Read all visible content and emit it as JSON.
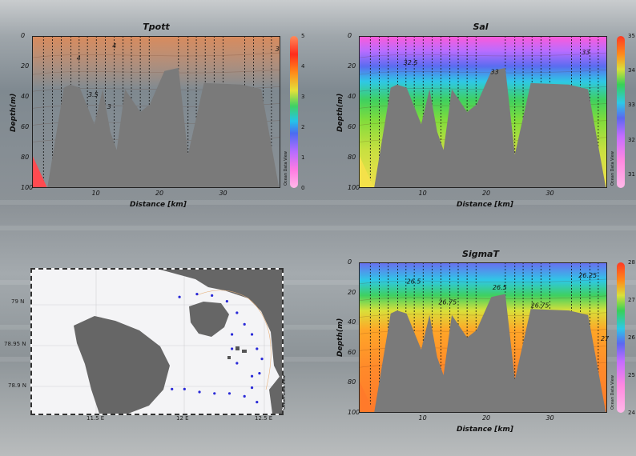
{
  "chart_data": [
    {
      "type": "heatmap",
      "title": "Tpott",
      "xlabel": "Distance [km]",
      "ylabel": "Depth(m)",
      "xlim": [
        0,
        39
      ],
      "ylim": [
        100,
        0
      ],
      "xticks": [
        10,
        20,
        30
      ],
      "yticks": [
        0,
        20,
        40,
        60,
        80,
        100
      ],
      "colorbar": {
        "ticks": [
          0,
          1,
          2,
          3,
          4,
          5
        ],
        "range": [
          0,
          5
        ],
        "palette": "warm"
      },
      "contour_labels": [
        {
          "text": "4",
          "x": 7,
          "y": 16
        },
        {
          "text": "4",
          "x": 12.6,
          "y": 8
        },
        {
          "text": "3.5",
          "x": 8.8,
          "y": 40
        },
        {
          "text": "3",
          "x": 11.8,
          "y": 48
        },
        {
          "text": "3",
          "x": 38.2,
          "y": 10
        }
      ],
      "credit": "Ocean Data View"
    },
    {
      "type": "heatmap",
      "title": "Sal",
      "xlabel": "Distance [km]",
      "ylabel": "Depth(m)",
      "xlim": [
        0,
        39
      ],
      "ylim": [
        100,
        0
      ],
      "xticks": [
        10,
        20,
        30
      ],
      "yticks": [
        0,
        20,
        40,
        60,
        80,
        100
      ],
      "colorbar": {
        "ticks": [
          31,
          32,
          33,
          34,
          35
        ],
        "range": [
          30.6,
          35
        ],
        "palette": "rainbow"
      },
      "contour_labels": [
        {
          "text": "32.5",
          "x": 7,
          "y": 19
        },
        {
          "text": "33",
          "x": 20.7,
          "y": 25
        },
        {
          "text": "33",
          "x": 35,
          "y": 12
        }
      ],
      "credit": "Ocean Data View"
    },
    {
      "type": "heatmap",
      "title": "SigmaT",
      "xlabel": "Distance [km]",
      "ylabel": "Depth(m)",
      "xlim": [
        0,
        39
      ],
      "ylim": [
        100,
        0
      ],
      "xticks": [
        10,
        20,
        30
      ],
      "yticks": [
        0,
        20,
        40,
        60,
        80,
        100
      ],
      "colorbar": {
        "ticks": [
          24,
          25,
          26,
          27,
          28
        ],
        "range": [
          24,
          28
        ],
        "palette": "rainbow"
      },
      "contour_labels": [
        {
          "text": "26.5",
          "x": 7.5,
          "y": 14
        },
        {
          "text": "26.75",
          "x": 12.5,
          "y": 28
        },
        {
          "text": "26.5",
          "x": 21,
          "y": 18
        },
        {
          "text": "26.75",
          "x": 27,
          "y": 30
        },
        {
          "text": "26.25",
          "x": 34.5,
          "y": 10
        },
        {
          "text": "27",
          "x": 38,
          "y": 52
        }
      ],
      "credit": "Ocean Data View"
    }
  ],
  "section": {
    "stations_km": [
      1.8,
      3.2,
      4.6,
      6.1,
      7.4,
      8.7,
      10.1,
      11.5,
      12.9,
      14.3,
      15.6,
      17.0,
      18.4,
      23.0,
      24.5,
      25.8,
      27.2,
      28.6,
      30.0,
      33.4,
      34.8,
      36.3,
      37.6
    ],
    "bottom_profile": [
      {
        "x": 2.4,
        "depth": 100
      },
      {
        "x": 5,
        "depth": 34
      },
      {
        "x": 6,
        "depth": 32
      },
      {
        "x": 7.5,
        "depth": 34
      },
      {
        "x": 9.8,
        "depth": 58
      },
      {
        "x": 11.1,
        "depth": 35
      },
      {
        "x": 12.3,
        "depth": 63
      },
      {
        "x": 13.3,
        "depth": 75
      },
      {
        "x": 14.6,
        "depth": 35
      },
      {
        "x": 17,
        "depth": 50
      },
      {
        "x": 18.5,
        "depth": 45
      },
      {
        "x": 20.8,
        "depth": 23
      },
      {
        "x": 23,
        "depth": 21
      },
      {
        "x": 24.5,
        "depth": 78
      },
      {
        "x": 27,
        "depth": 31
      },
      {
        "x": 33,
        "depth": 32
      },
      {
        "x": 36,
        "depth": 35
      },
      {
        "x": 38.8,
        "depth": 100
      }
    ]
  },
  "map": {
    "lat_labels": [
      "79 N",
      "78.95 N",
      "78.9 N"
    ],
    "lon_labels": [
      "11.5 E",
      "12 E",
      "12.5 E"
    ],
    "credit": "Ocean Data View",
    "stations": [
      [
        0.59,
        0.19
      ],
      [
        0.66,
        0.17
      ],
      [
        0.72,
        0.18
      ],
      [
        0.78,
        0.22
      ],
      [
        0.82,
        0.3
      ],
      [
        0.85,
        0.38
      ],
      [
        0.88,
        0.45
      ],
      [
        0.9,
        0.55
      ],
      [
        0.92,
        0.62
      ],
      [
        0.91,
        0.72
      ],
      [
        0.88,
        0.82
      ],
      [
        0.85,
        0.88
      ],
      [
        0.79,
        0.86
      ],
      [
        0.73,
        0.86
      ],
      [
        0.67,
        0.85
      ],
      [
        0.61,
        0.83
      ],
      [
        0.56,
        0.83
      ],
      [
        0.82,
        0.65
      ],
      [
        0.8,
        0.55
      ],
      [
        0.8,
        0.45
      ],
      [
        0.88,
        0.74
      ],
      [
        0.9,
        0.92
      ]
    ]
  }
}
